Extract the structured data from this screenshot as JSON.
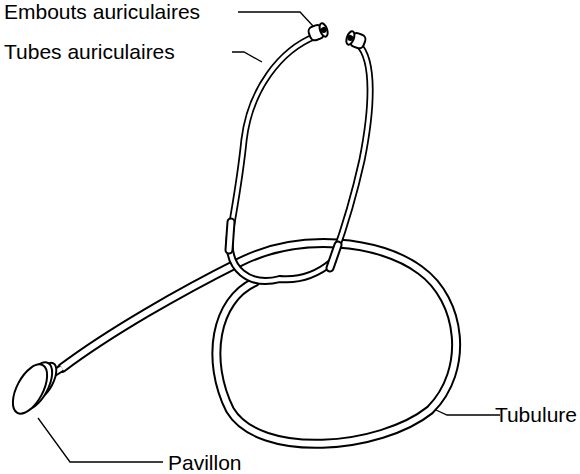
{
  "diagram": {
    "labels": [
      "Embouts auriculaires",
      "Tubes auriculaires",
      "Tubulure",
      "Pavillon"
    ]
  }
}
